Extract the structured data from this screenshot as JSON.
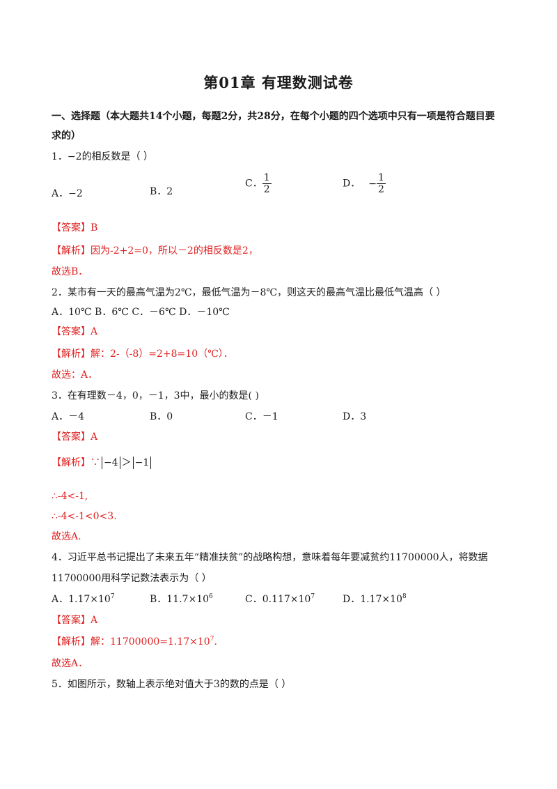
{
  "title": "第01章  有理数测试卷",
  "section": {
    "line1": "一、选择题（本大题共14个小题，每题2分，共28分，在每个小题的四个选项中只有一项是符合题目要",
    "line2": "求的）"
  },
  "q1": {
    "num": "1．",
    "expr": "−2",
    "text": "的相反数是（    ）",
    "optA_label": "A．",
    "optA_val": "−2",
    "optB": "B．2",
    "optC_label": "C．",
    "optC_num": "1",
    "optC_den": "2",
    "optD_label": "D．",
    "optD_sign": "−",
    "optD_num": "1",
    "optD_den": "2",
    "answer": "【答案】B",
    "analysis_label": "【解析】",
    "analysis": "因为-2+2=0，所以－2的相反数是2，",
    "conclusion": "故选B．"
  },
  "q2": {
    "text": "2．某市有一天的最高气温为2℃，最低气温为－8℃，则这天的最高气温比最低气温高（        ）",
    "options": "A．10℃      B．6℃      C．－6℃      D．－10℃",
    "answer": "【答案】A",
    "analysis_label": "【解析】",
    "analysis": "解：2-（-8）=2+8=10（℃）．",
    "conclusion": "故选：A．"
  },
  "q3": {
    "text": "3．在有理数－4，0，－1，3中，最小的数是(        )",
    "optA": "A．－4",
    "optB": "B．0",
    "optC": "C．－1",
    "optD": "D．3",
    "answer": "【答案】A",
    "analysis_label": "【解析】",
    "because": "∵",
    "abs1": "−4",
    "gt": "＞",
    "abs2": "−1",
    "line1": "∴-4<-1,",
    "line2": "∴-4<-1<0<3.",
    "conclusion": "故选A."
  },
  "q4": {
    "line1": "4．习近平总书记提出了未来五年“精准扶贫”的战略构想，意味着每年要减贫约11700000人，将数据",
    "line2": "11700000用科学记数法表示为（        ）",
    "optA": "A．1.17×10",
    "optA_exp": "7",
    "optB": "B．11.7×10",
    "optB_exp": "6",
    "optC": "C．0.117×10",
    "optC_exp": "7",
    "optD": "D．1.17×10",
    "optD_exp": "8",
    "answer": "【答案】A",
    "analysis_label": "【解析】",
    "analysis": "解：11700000=1.17×10",
    "analysis_exp": "7",
    "analysis_end": ".",
    "conclusion": "故选A．"
  },
  "q5": {
    "text": "5．如图所示，数轴上表示绝对值大于3的数的点是（        ）"
  }
}
